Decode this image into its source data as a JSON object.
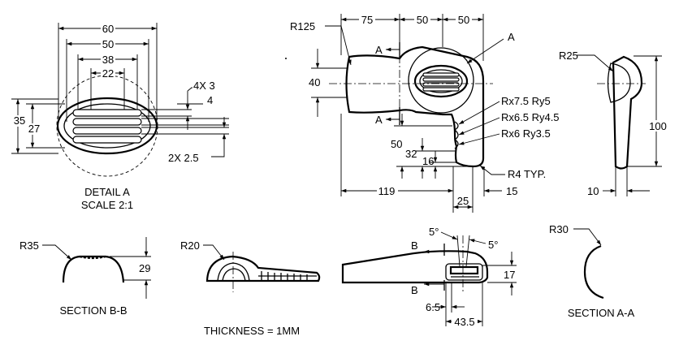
{
  "detail_a": {
    "dims": {
      "w60": "60",
      "w50": "50",
      "w38": "38",
      "w22": "22",
      "h35": "35",
      "h27": "27",
      "slots": "4X 3",
      "pitch": "4",
      "edge": "2X 2.5"
    },
    "title": "DETAIL A",
    "scale": "SCALE 2:1"
  },
  "front_view": {
    "dims": {
      "r125": "R125",
      "d75": "75",
      "d50a": "50",
      "d50b": "50",
      "h40": "40",
      "a_top": "A",
      "a_label": "A",
      "a_bottom": "A",
      "rx1": "Rx7.5 Ry5",
      "rx2": "Rx6.5 Ry4.5",
      "rx3": "Rx6 Ry3.5",
      "h50": "50",
      "h32": "32",
      "h16": "16",
      "r4": "R4 TYP.",
      "d119": "119",
      "d25": "25",
      "d15": "15"
    }
  },
  "side_view": {
    "dims": {
      "r25": "R25",
      "h100": "100",
      "t10": "10"
    }
  },
  "section_bb": {
    "dims": {
      "r35": "R35",
      "h29": "29"
    },
    "title": "SECTION B-B"
  },
  "iso_view": {
    "dims": {
      "r20": "R20"
    }
  },
  "thickness_note": "THICKNESS = 1MM",
  "bottom_view": {
    "dims": {
      "a5a": "5°",
      "a5b": "5°",
      "b_top": "B",
      "b_bottom": "B",
      "h17": "17",
      "d65": "6.5",
      "d435": "43.5"
    }
  },
  "section_aa": {
    "dims": {
      "r30": "R30"
    },
    "title": "SECTION A-A"
  }
}
